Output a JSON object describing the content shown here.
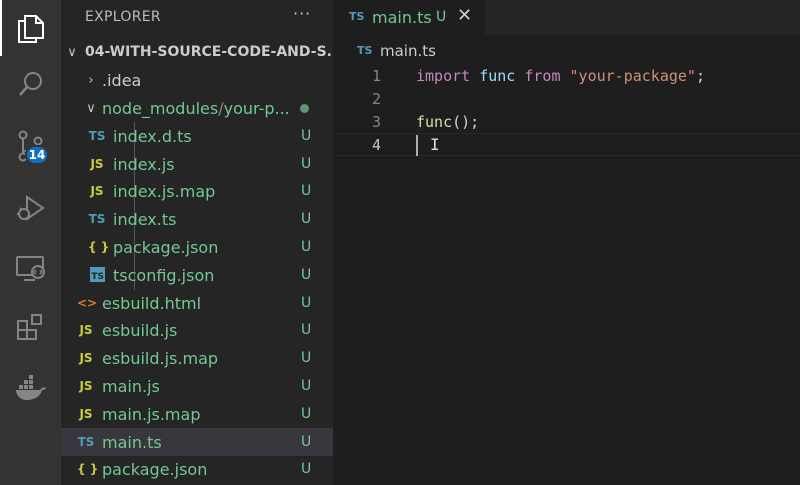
{
  "activity_bar": {
    "items": [
      {
        "icon": "files-icon",
        "active": true
      },
      {
        "icon": "search-icon"
      },
      {
        "icon": "source-control-icon",
        "badge": "14"
      },
      {
        "icon": "run-debug-icon"
      },
      {
        "icon": "remote-explorer-icon"
      },
      {
        "icon": "extensions-icon"
      },
      {
        "icon": "docker-icon"
      }
    ]
  },
  "explorer": {
    "title": "EXPLORER",
    "more": "···",
    "root": {
      "chevron": "∨",
      "label": "04-WITH-SOURCE-CODE-AND-S..."
    },
    "items": [
      {
        "name": ".idea",
        "chevron": "›",
        "status": ""
      },
      {
        "name": "node_modules",
        "name_suffix": "your-p...",
        "separator": "/",
        "chevron": "∨",
        "status": "dot"
      },
      {
        "name": "index.d.ts",
        "icon": "TS",
        "status": "U"
      },
      {
        "name": "index.js",
        "icon": "JS",
        "status": "U"
      },
      {
        "name": "index.js.map",
        "icon": "JS",
        "status": "U"
      },
      {
        "name": "index.ts",
        "icon": "TS",
        "status": "U"
      },
      {
        "name": "package.json",
        "icon": "{ }",
        "status": "U"
      },
      {
        "name": "tsconfig.json",
        "icon": "TS",
        "status": "U"
      },
      {
        "name": "esbuild.html",
        "icon": "<>",
        "status": "U"
      },
      {
        "name": "esbuild.js",
        "icon": "JS",
        "status": "U"
      },
      {
        "name": "esbuild.js.map",
        "icon": "JS",
        "status": "U"
      },
      {
        "name": "main.js",
        "icon": "JS",
        "status": "U"
      },
      {
        "name": "main.js.map",
        "icon": "JS",
        "status": "U"
      },
      {
        "name": "main.ts",
        "icon": "TS",
        "status": "U",
        "selected": true
      },
      {
        "name": "package.json",
        "icon": "{ }",
        "status": "U"
      }
    ]
  },
  "editor": {
    "tab": {
      "icon": "TS",
      "name": "main.ts",
      "status": "U",
      "close": "✕"
    },
    "breadcrumb": {
      "icon": "TS",
      "name": "main.ts"
    },
    "lines": [
      {
        "number": "1",
        "tokens": [
          "import",
          " ",
          "func",
          " ",
          "from",
          " ",
          "\"your-package\"",
          ";"
        ]
      },
      {
        "number": "2",
        "tokens": []
      },
      {
        "number": "3",
        "tokens": [
          "func",
          "();"
        ]
      },
      {
        "number": "4",
        "tokens": []
      }
    ],
    "current_line": "4",
    "mouse_cursor": "I"
  },
  "colors": {
    "activity_bar": "#333333",
    "sidebar": "#252526",
    "editor": "#1e1e1e",
    "untracked": "#73c991",
    "ts_icon": "#519aba",
    "js_icon": "#cbcb41",
    "badge": "#0e70c0",
    "keyword": "#c586c0",
    "string": "#ce9178",
    "function": "#dcdcaa",
    "variable": "#9cdcfe"
  }
}
